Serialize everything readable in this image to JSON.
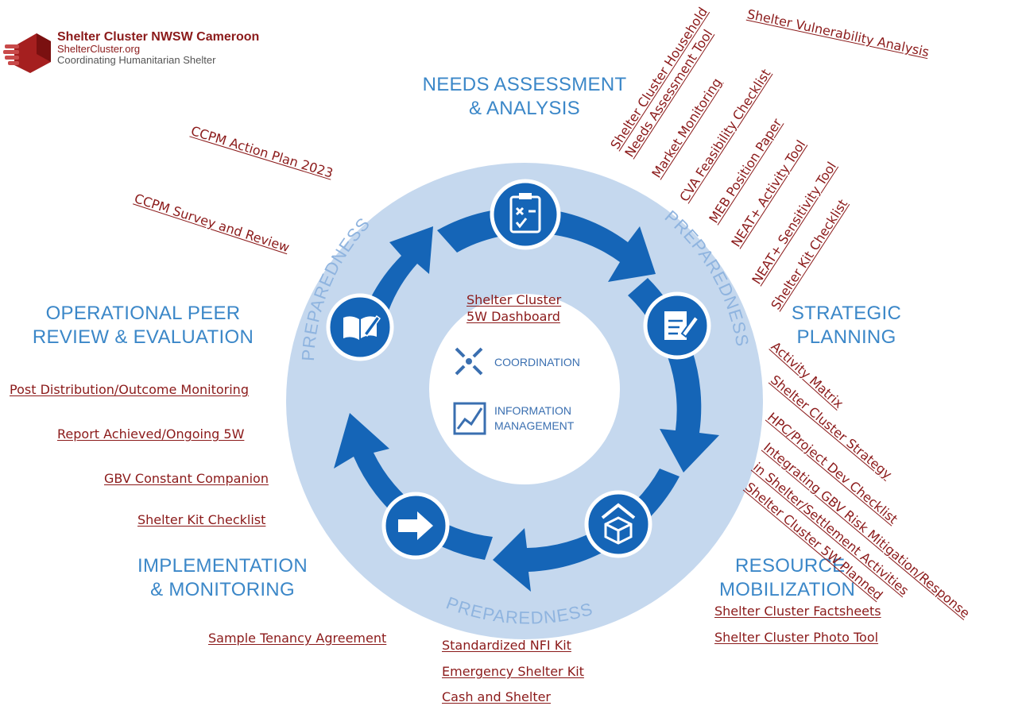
{
  "brand": {
    "title": "Shelter Cluster NWSW Cameroon",
    "site": "ShelterCluster.org",
    "tagline": "Coordinating Humanitarian Shelter"
  },
  "colors": {
    "accent": "#1565b7",
    "ring": "#c5d8ee",
    "link": "#8b1a1a",
    "heading": "#3b87c8"
  },
  "phases": {
    "needs": [
      "NEEDS ASSESSMENT",
      "& ANALYSIS"
    ],
    "strategic": [
      "STRATEGIC",
      "PLANNING"
    ],
    "resource": [
      "RESOURCE",
      "MOBILIZATION"
    ],
    "implementation": [
      "IMPLEMENTATION",
      "& MONITORING"
    ],
    "review": [
      "OPERATIONAL PEER",
      "REVIEW & EVALUATION"
    ]
  },
  "preparedness": "PREPAREDNESS",
  "center": {
    "dashboard": [
      "Shelter Cluster",
      "5W Dashboard"
    ],
    "coordination": "COORDINATION",
    "information": [
      "INFORMATION",
      "MANAGEMENT"
    ]
  },
  "icons": [
    "clipboard-checklist-icon",
    "document-edit-icon",
    "shelter-box-icon",
    "arrow-right-icon",
    "open-book-icon",
    "coordination-icon",
    "chart-icon"
  ],
  "links": {
    "top_left": [
      "CCPM Action Plan 2023",
      "CCPM Survey and Review"
    ],
    "needs": [
      "Shelter Cluster Household",
      "Needs Assessment Tool",
      "Market Monitoring",
      "CVA Feasibility Checklist",
      "MEB Position Paper",
      "NEAT+ Activity Tool",
      "NEAT+ Sensitivity Tool",
      "Shelter Kit Checklist"
    ],
    "top_right": "Shelter Vulnerability Analysis",
    "strategic": [
      "Activity Matrix",
      "Shelter Cluster Strategy",
      "HPC/Project Dev Checklist",
      "Integrating GBV Risk Mitigation/Response",
      "in Shelter/Settlement Activities",
      "Shelter Cluster 5W Planned"
    ],
    "resource": [
      "Shelter Cluster Factsheets",
      "Shelter Cluster Photo Tool"
    ],
    "left": [
      "Post Distribution/Outcome Monitoring",
      "Report Achieved/Ongoing 5W",
      "GBV Constant Companion",
      "Shelter Kit Checklist"
    ],
    "implementation": "Sample Tenancy Agreement",
    "bottom": [
      "Standardized NFI Kit",
      "Emergency Shelter Kit",
      "Cash and Shelter"
    ]
  }
}
